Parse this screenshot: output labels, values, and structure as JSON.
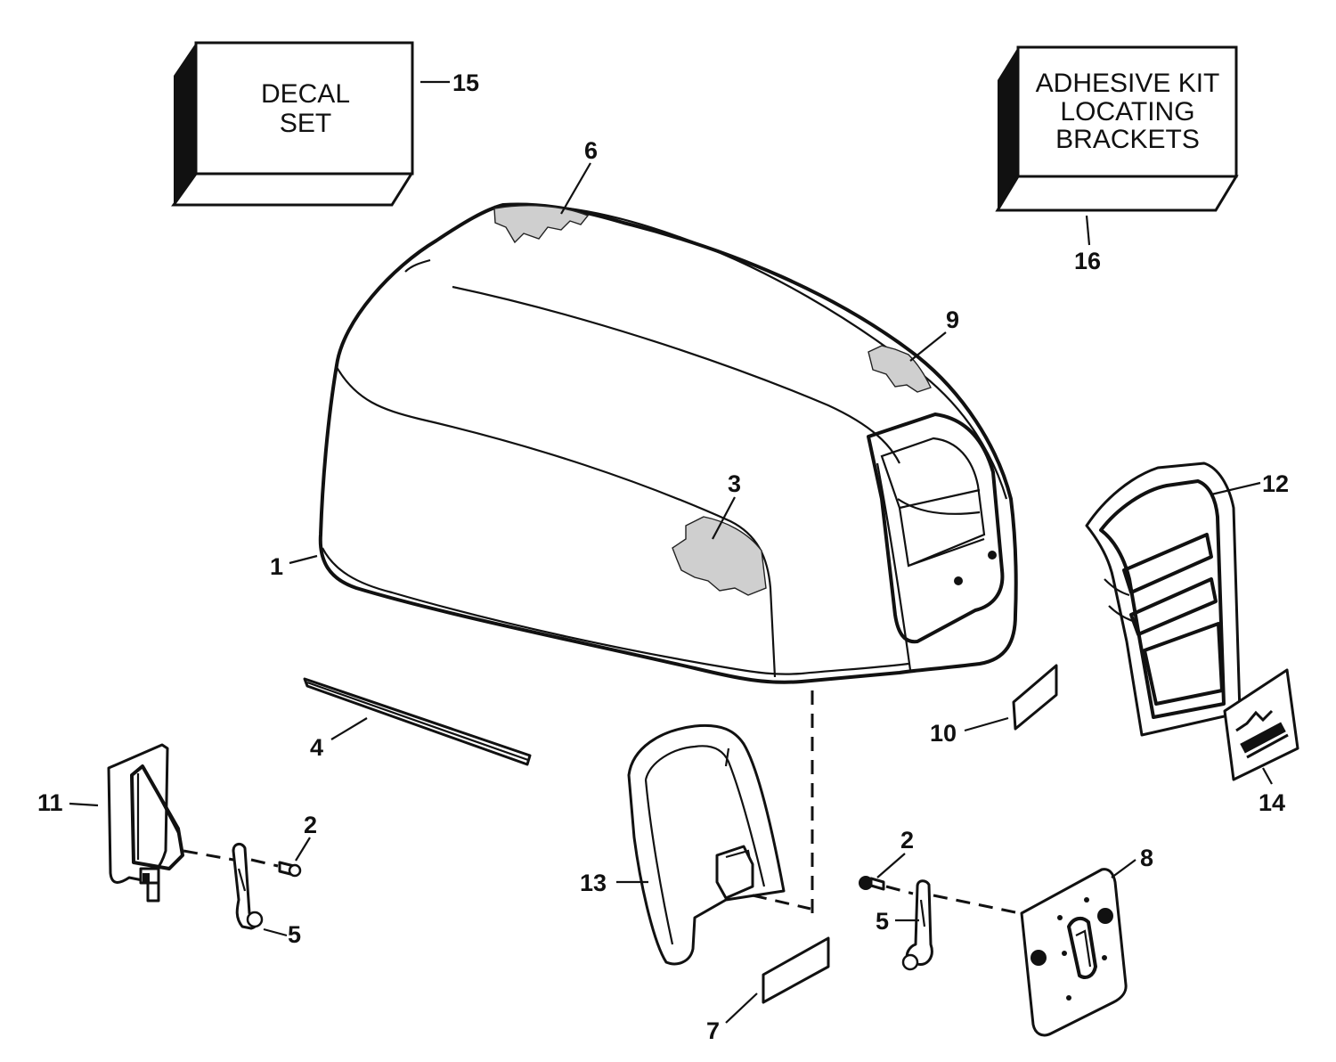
{
  "boxes": {
    "decal": {
      "line1": "DECAL",
      "line2": "SET"
    },
    "adhesive": {
      "line1": "ADHESIVE KIT",
      "line2": "LOCATING",
      "line3": "BRACKETS"
    }
  },
  "callouts": {
    "c1": "1",
    "c2a": "2",
    "c2b": "2",
    "c3": "3",
    "c4": "4",
    "c5a": "5",
    "c5b": "5",
    "c6": "6",
    "c7": "7",
    "c8": "8",
    "c9": "9",
    "c10": "10",
    "c11": "11",
    "c12": "12",
    "c13": "13",
    "c14": "14",
    "c15": "15",
    "c16": "16"
  },
  "icons": {
    "logo_plate": "brand-logo-icon"
  }
}
